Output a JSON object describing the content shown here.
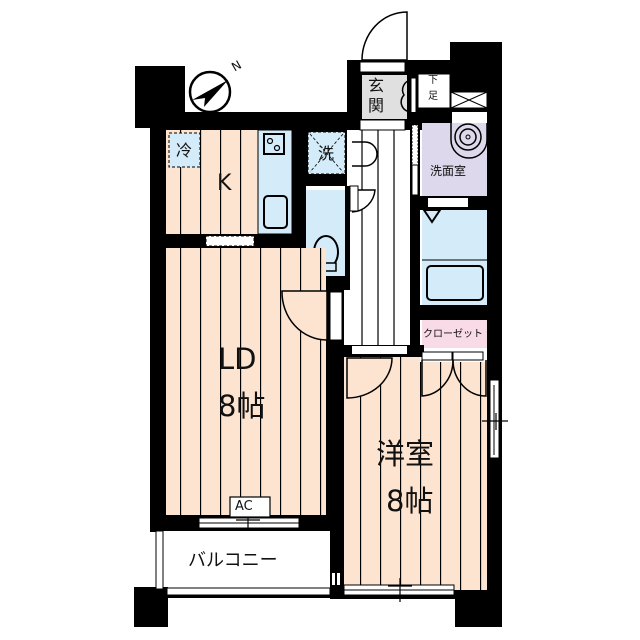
{
  "colors": {
    "wall": "#000000",
    "room_floor": "#fde4d0",
    "wet_area": "#d4ecf9",
    "washroom": "#ddd8ec",
    "closet": "#f9dbe8",
    "entrance": "#e0e0e0",
    "background": "#ffffff"
  },
  "compass": {
    "label": "N",
    "icon": "compass-north-arrow"
  },
  "rooms": {
    "kitchen": {
      "label": "K"
    },
    "ld": {
      "label": "LD",
      "size": "8帖"
    },
    "western_room": {
      "label": "洋室",
      "size": "8帖"
    },
    "washroom": {
      "label": "洗面室"
    },
    "closet": {
      "label": "クローゼット"
    },
    "balcony": {
      "label": "バルコニー"
    },
    "entrance": {
      "label_line1": "玄",
      "label_line2": "関"
    },
    "shoe_box": {
      "label_line1": "下",
      "label_line2": "足"
    }
  },
  "fixtures": {
    "fridge": {
      "label": "冷"
    },
    "washer": {
      "label": "洗"
    },
    "aircon": {
      "label": "AC"
    }
  }
}
